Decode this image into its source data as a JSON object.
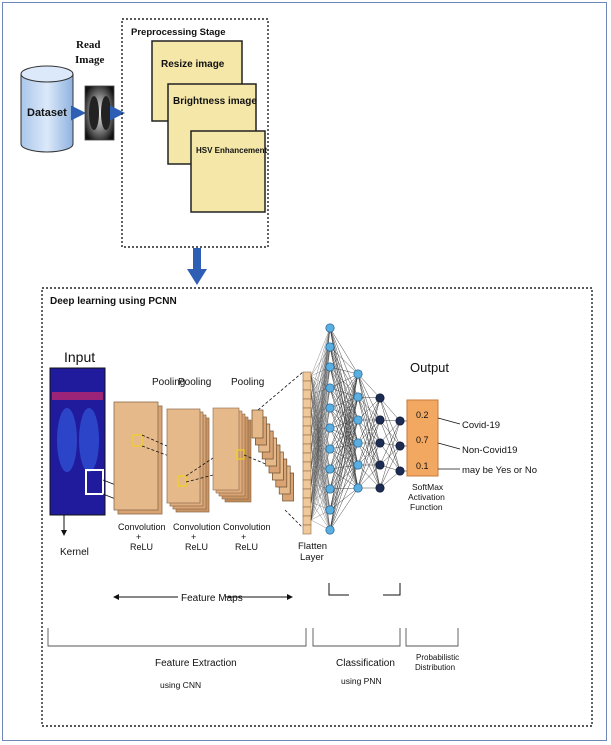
{
  "top": {
    "dataset_label": "Dataset",
    "read_image_label": [
      "Read",
      "Image"
    ],
    "preprocessing_title": "Preprocessing Stage",
    "steps": [
      "Resize image",
      "Brightness image",
      "HSV Enhancement"
    ]
  },
  "deep": {
    "title": "Deep learning using PCNN",
    "input_label": "Input",
    "kernel_label": "Kernel",
    "pooling_labels": [
      "Pooling",
      "Pooling",
      "Pooling"
    ],
    "conv_labels": [
      [
        "Convolution",
        "+",
        "ReLU"
      ],
      [
        "Convolution",
        "+",
        "ReLU"
      ],
      [
        "Convolution",
        "+",
        "ReLU"
      ]
    ],
    "flatten_label": [
      "Flatten",
      "Layer"
    ],
    "feature_maps_label": "Feature Maps",
    "output_label": "Output",
    "softmax_values": [
      "0.2",
      "0.7",
      "0.1"
    ],
    "classes": [
      "Covid-19",
      "Non-Covid19",
      "may be Yes or No"
    ],
    "softmax_label": [
      "SoftMax",
      "Activation",
      "Function"
    ],
    "sections": [
      {
        "name": "Feature Extraction",
        "sub": "using CNN"
      },
      {
        "name": "Classification",
        "sub": "using PNN"
      },
      {
        "name": "Probabilistic",
        "sub": "Distribution"
      }
    ]
  },
  "colors": {
    "stage_fill": "#f4e7a8",
    "map_fill": "#e6b98a",
    "node_light": "#5aaee0",
    "node_dark": "#1c2c52",
    "softmax_fill": "#f3a862",
    "arrow_blue": "#2e5fb4"
  }
}
